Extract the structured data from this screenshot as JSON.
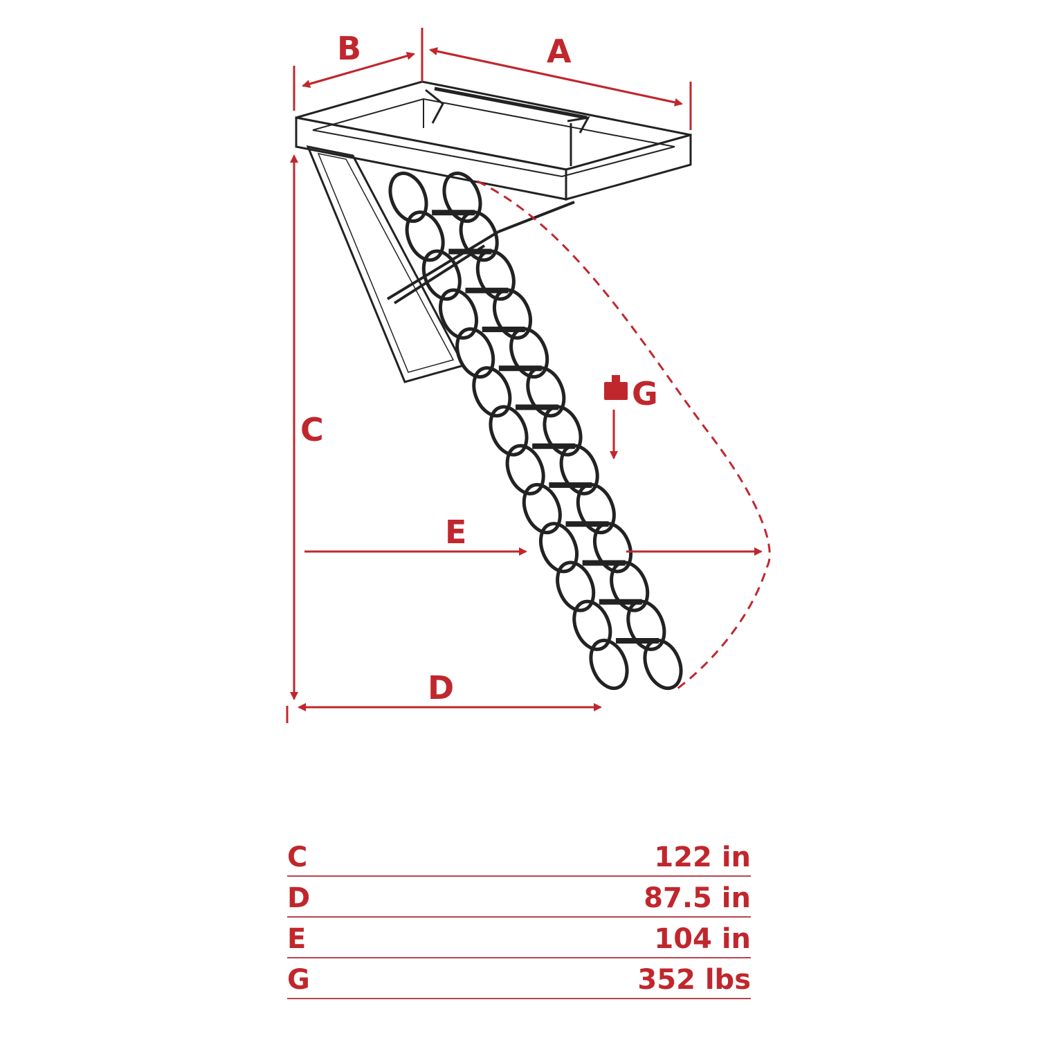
{
  "colors": {
    "accent": "#c0272d",
    "line": "#222222",
    "rule": "#b5454d"
  },
  "labels": {
    "A": "A",
    "B": "B",
    "C": "C",
    "D": "D",
    "E": "E",
    "G": "G"
  },
  "icons": {
    "weight": "weight-icon"
  },
  "specs": [
    {
      "key": "C",
      "value": "122 in"
    },
    {
      "key": "D",
      "value": "87.5 in"
    },
    {
      "key": "E",
      "value": "104 in"
    },
    {
      "key": "G",
      "value": "352 lbs"
    }
  ]
}
